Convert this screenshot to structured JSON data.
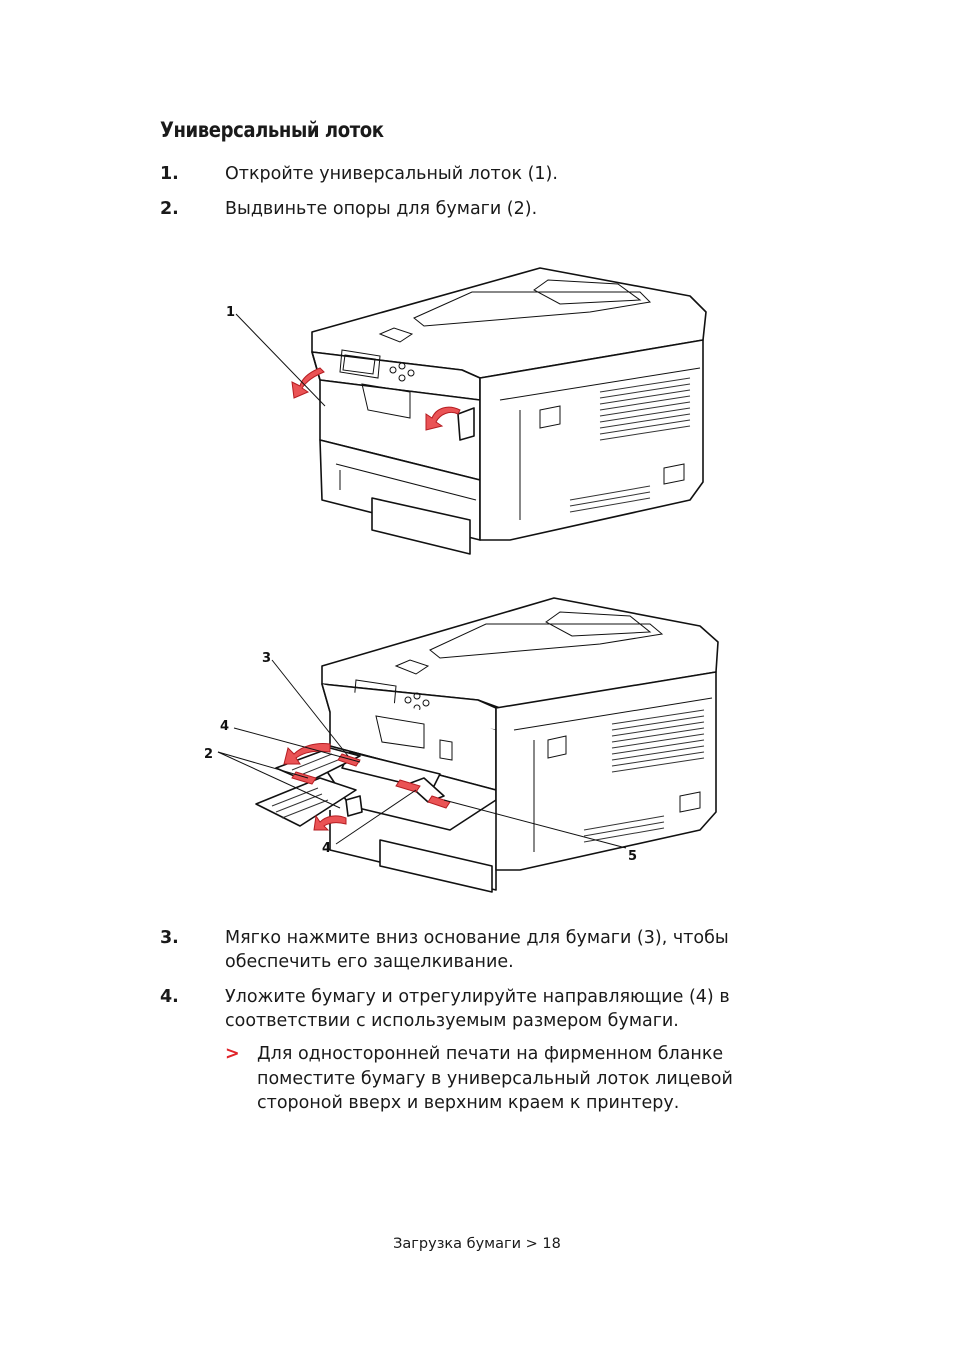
{
  "heading": "Универсальный лоток",
  "steps": [
    {
      "num": "1.",
      "text": "Откройте универсальный лоток (1)."
    },
    {
      "num": "2.",
      "text": "Выдвиньте опоры для бумаги (2)."
    },
    {
      "num": "3.",
      "text": "Мягко нажмите вниз основание для бумаги (3), чтобы обеспечить его защелкивание."
    },
    {
      "num": "4.",
      "text": "Уложите бумагу и отрегулируйте направляющие (4) в соответствии с используемым размером бумаги."
    }
  ],
  "note": {
    "marker": ">",
    "text": "Для односторонней печати на фирменном бланке поместите бумагу в универсальный лоток лицевой стороной вверх и верхним краем к принтеру."
  },
  "figure1": {
    "callouts": [
      "1"
    ]
  },
  "figure2": {
    "callouts": [
      "3",
      "4",
      "2",
      "4",
      "5"
    ]
  },
  "footer": "Загрузка бумаги > 18",
  "colors": {
    "accent": "#e0242a",
    "arrow_fill": "#ea5355"
  }
}
